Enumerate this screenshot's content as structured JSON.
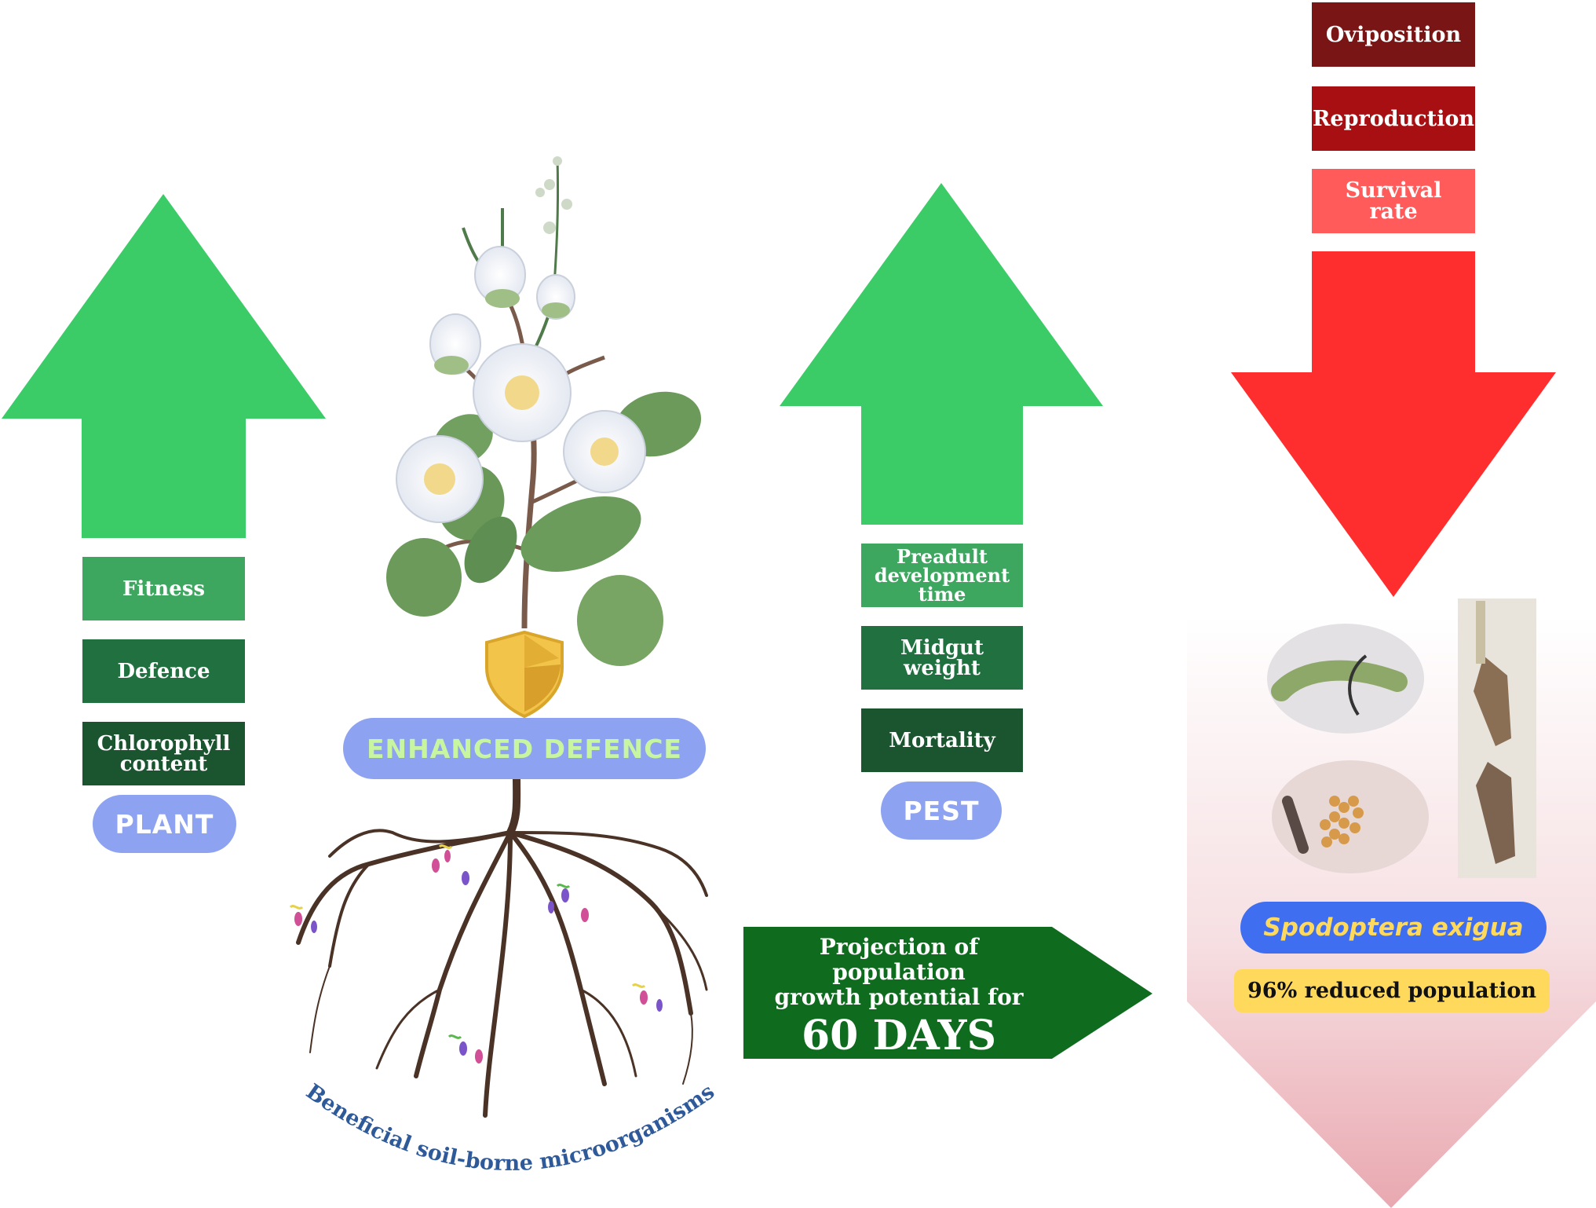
{
  "plant": {
    "label": "PLANT",
    "increased": [
      "Fitness",
      "Defence",
      "Chlorophyll content"
    ]
  },
  "center": {
    "defence_label": "ENHANCED DEFENCE",
    "microbes_label": "Beneficial soil-borne microorganisms"
  },
  "pest": {
    "label": "PEST",
    "increased": [
      "Preadult development time",
      "Midgut weight",
      "Mortality"
    ],
    "decreased": [
      "Oviposition",
      "Reproduction",
      "Survival rate"
    ],
    "species": "Spodoptera exigua",
    "result": "96% reduced population"
  },
  "projection": {
    "line1": "Projection of population",
    "line2": "growth potential for",
    "days": "60 DAYS"
  },
  "colors": {
    "up_arrow": "#3bcc68",
    "down_arrow": "#ff2e2e",
    "pill": "#8da2f0",
    "projection": "#0f6b1e",
    "result_badge": "#ffd95c",
    "species_badge": "#3f6ff0",
    "defence_text": "#c8f5a0",
    "microbe_text": "#2f5a9a"
  }
}
